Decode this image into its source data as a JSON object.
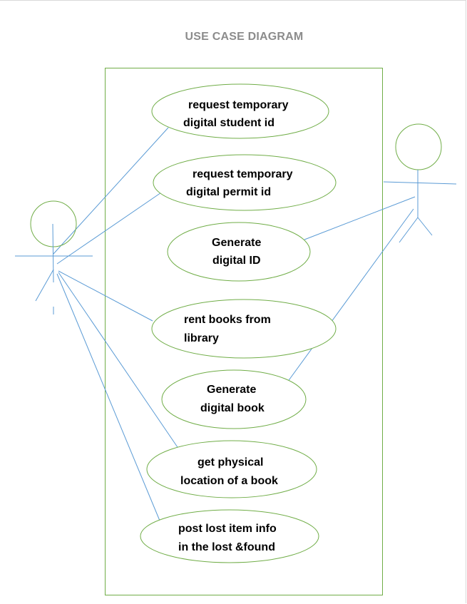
{
  "diagram": {
    "title": "USE CASE DIAGRAM",
    "colors": {
      "system_border": "#70ad47",
      "use_case_border": "#70ad47",
      "actor": "#5b9bd5",
      "association": "#5b9bd5",
      "title": "#8c8c8c"
    },
    "use_cases": [
      {
        "id": "uc1",
        "lines": [
          "request temporary",
          "digital student id"
        ]
      },
      {
        "id": "uc2",
        "lines": [
          "request temporary",
          "digital permit id"
        ]
      },
      {
        "id": "uc3",
        "lines": [
          "Generate",
          "digital ID"
        ]
      },
      {
        "id": "uc4",
        "lines": [
          "rent books from",
          "library"
        ]
      },
      {
        "id": "uc5",
        "lines": [
          "Generate",
          "digital book"
        ]
      },
      {
        "id": "uc6",
        "lines": [
          "get physical",
          "location of a book"
        ]
      },
      {
        "id": "uc7",
        "lines": [
          "post lost item info",
          "in the lost &found"
        ]
      }
    ]
  }
}
